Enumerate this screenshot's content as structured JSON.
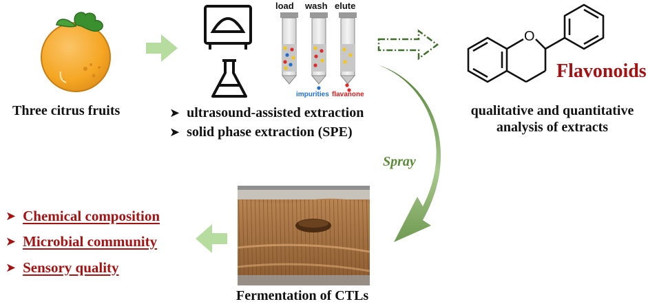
{
  "fruit_label": "Three citrus fruits",
  "columns": [
    "load",
    "wash",
    "elute"
  ],
  "column_tags": {
    "impurities": "impurities",
    "flavanone": "flavanone"
  },
  "methods": [
    "ultrasound-assisted extraction",
    "solid phase extraction (SPE)"
  ],
  "molecule": {
    "heteroatom": "O",
    "name": "Flavonoids"
  },
  "analysis": [
    "qualitative and quantitative",
    "analysis of extracts"
  ],
  "spray_label": "Spray",
  "outcomes": [
    "Chemical composition",
    "Microbial community",
    "Sensory quality"
  ],
  "fermentation_label": "Fermentation of CTLs",
  "colors": {
    "orange": "#f5a623",
    "leaf": "#3a8f2e",
    "arrow_light_green": "#b7dca0",
    "curve_green": "#5e8c3e",
    "accent_red": "#a31313",
    "impurities_blue": "#1f6fd1"
  }
}
